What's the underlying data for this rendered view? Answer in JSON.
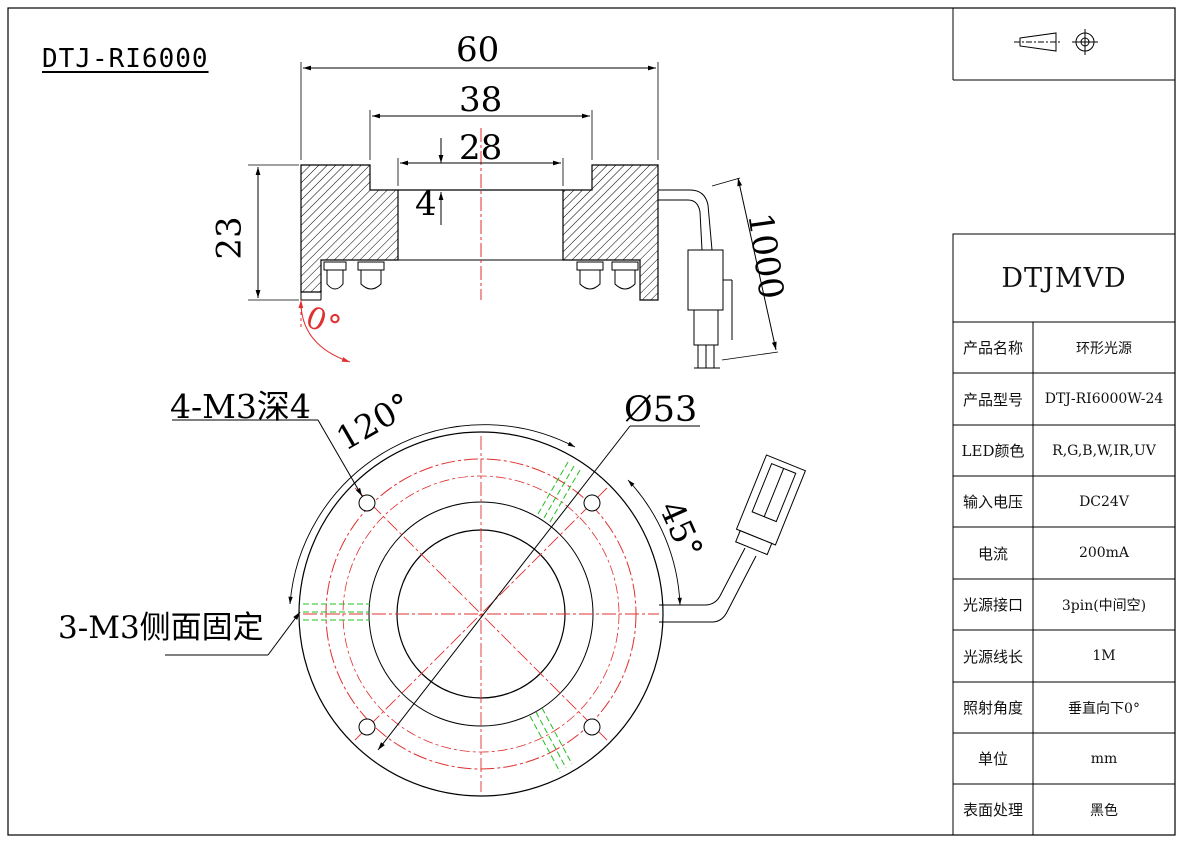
{
  "drawing": {
    "model": "DTJ-RI6000",
    "brand": "DTJMVD",
    "dims": {
      "width_outer": "60",
      "width_mid": "38",
      "width_inner": "28",
      "height": "23",
      "step": "4",
      "cable": "1000",
      "angle": "0°",
      "hole_note": "4-M3深4",
      "angle_120": "120°",
      "diameter": "Ø53",
      "side_note": "3-M3侧面固定",
      "angle_45": "45°"
    }
  },
  "spec_table": {
    "rows": [
      {
        "label": "产品名称",
        "value": "环形光源"
      },
      {
        "label": "产品型号",
        "value": "DTJ-RI6000W-24"
      },
      {
        "label": "LED颜色",
        "value": "R,G,B,W,IR,UV"
      },
      {
        "label": "输入电压",
        "value": "DC24V"
      },
      {
        "label": "电流",
        "value": "200mA"
      },
      {
        "label": "光源接口",
        "value": "3pin(中间空)"
      },
      {
        "label": "光源线长",
        "value": "1M"
      },
      {
        "label": "照射角度",
        "value": "垂直向下0°"
      },
      {
        "label": "单位",
        "value": "mm"
      },
      {
        "label": "表面处理",
        "value": "黑色"
      }
    ]
  },
  "colors": {
    "line": "#000000",
    "center": "#e03030",
    "thread": "#22c022"
  }
}
